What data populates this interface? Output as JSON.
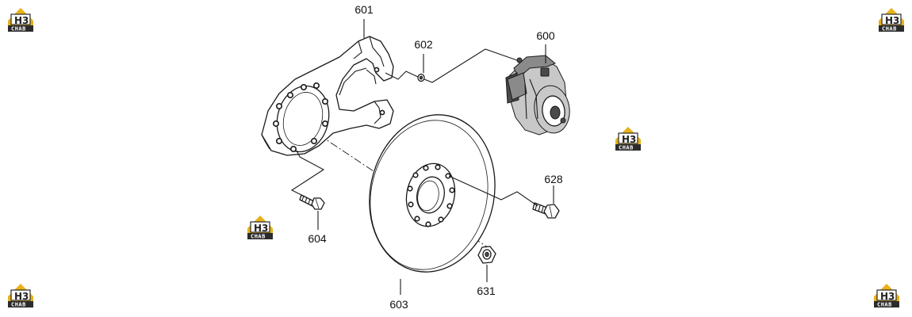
{
  "callouts": {
    "c600": "600",
    "c601": "601",
    "c602": "602",
    "c603": "603",
    "c604": "604",
    "c628": "628",
    "c631": "631"
  },
  "watermark": {
    "mark": "H3",
    "text": "CHAB",
    "color_gold": "#e8b21a",
    "color_dark": "#2b2b2b"
  }
}
